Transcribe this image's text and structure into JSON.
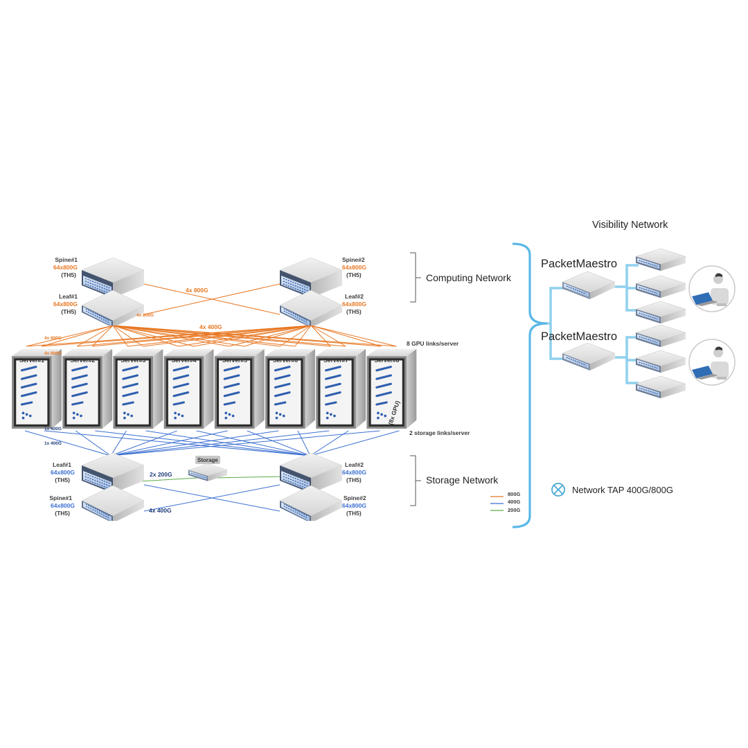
{
  "computing": {
    "spine1": {
      "name": "Spine#1",
      "ports": "64x800G",
      "chip": "(TH5)"
    },
    "spine2": {
      "name": "Spine#2",
      "ports": "64x800G",
      "chip": "(TH5)"
    },
    "leaf1": {
      "name": "Leaf#1",
      "ports": "64x800G",
      "chip": "(TH5)"
    },
    "leaf2": {
      "name": "Leaf#2",
      "ports": "64x800G",
      "chip": "(TH5)"
    },
    "link_spine_leaf": "4x 800G",
    "link_leaf_local": "4x 800G",
    "link_leaf_servers": "4x 400G",
    "link_server_top_a": "4x 800G",
    "link_server_top_b": "4x 800G",
    "label": "Computing Network",
    "gpu_links": "8 GPU links/server"
  },
  "servers": {
    "names": [
      "Server#1",
      "Server#2",
      "Server#3",
      "Server#4",
      "Server#5",
      "Server#6",
      "Server#7",
      "Server#8"
    ],
    "gpu_note": "(8x GPU)",
    "link_a": "1x 400G",
    "link_b": "1x 400G",
    "storage_links": "2 storage links/server"
  },
  "storage": {
    "label": "Storage Network",
    "device": "Storage",
    "link_storage": "2x 200G",
    "link_spine": "4x 400G",
    "leaf1": {
      "name": "Leaf#1",
      "ports": "64x800G",
      "chip": "(TH5)"
    },
    "leaf2": {
      "name": "Leaf#2",
      "ports": "64x800G",
      "chip": "(TH5)"
    },
    "spine1": {
      "name": "Spine#1",
      "ports": "64x800G",
      "chip": "(TH5)"
    },
    "spine2": {
      "name": "Spine#2",
      "ports": "64x800G",
      "chip": "(TH5)"
    }
  },
  "legend": {
    "items": [
      {
        "label": "800G",
        "color": "#e87722"
      },
      {
        "label": "400G",
        "color": "#3b6fd1"
      },
      {
        "label": "200G",
        "color": "#5aab46"
      }
    ]
  },
  "visibility": {
    "title": "Visibility Network",
    "pm1": "PacketMaestro",
    "pm2": "PacketMaestro",
    "tap_label": "Network TAP 400G/800G",
    "bracket_color": "#5bb8e6"
  }
}
